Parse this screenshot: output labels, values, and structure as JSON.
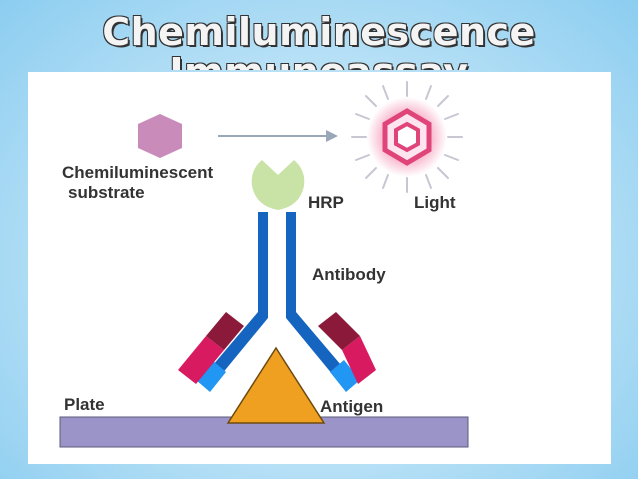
{
  "title": {
    "line1": "Chemiluminescence",
    "line2": "Immunoassay"
  },
  "labels": {
    "substrate_line1": "Chemiluminescent",
    "substrate_line2": "substrate",
    "hrp": "HRP",
    "light": "Light",
    "antibody": "Antibody",
    "plate": "Plate",
    "antigen": "Antigen"
  },
  "colors": {
    "antibody_blue": "#1565c0",
    "hrp_green": "#c9e3a6",
    "antigen_orange": "#f0a020",
    "plate_purple": "#9b94c8",
    "substrate_pink": "#c98bb9",
    "light_pink": "#e0457a",
    "dark_red": "#8b1a3a",
    "magenta": "#d81b60",
    "light_blue": "#2196f3"
  }
}
